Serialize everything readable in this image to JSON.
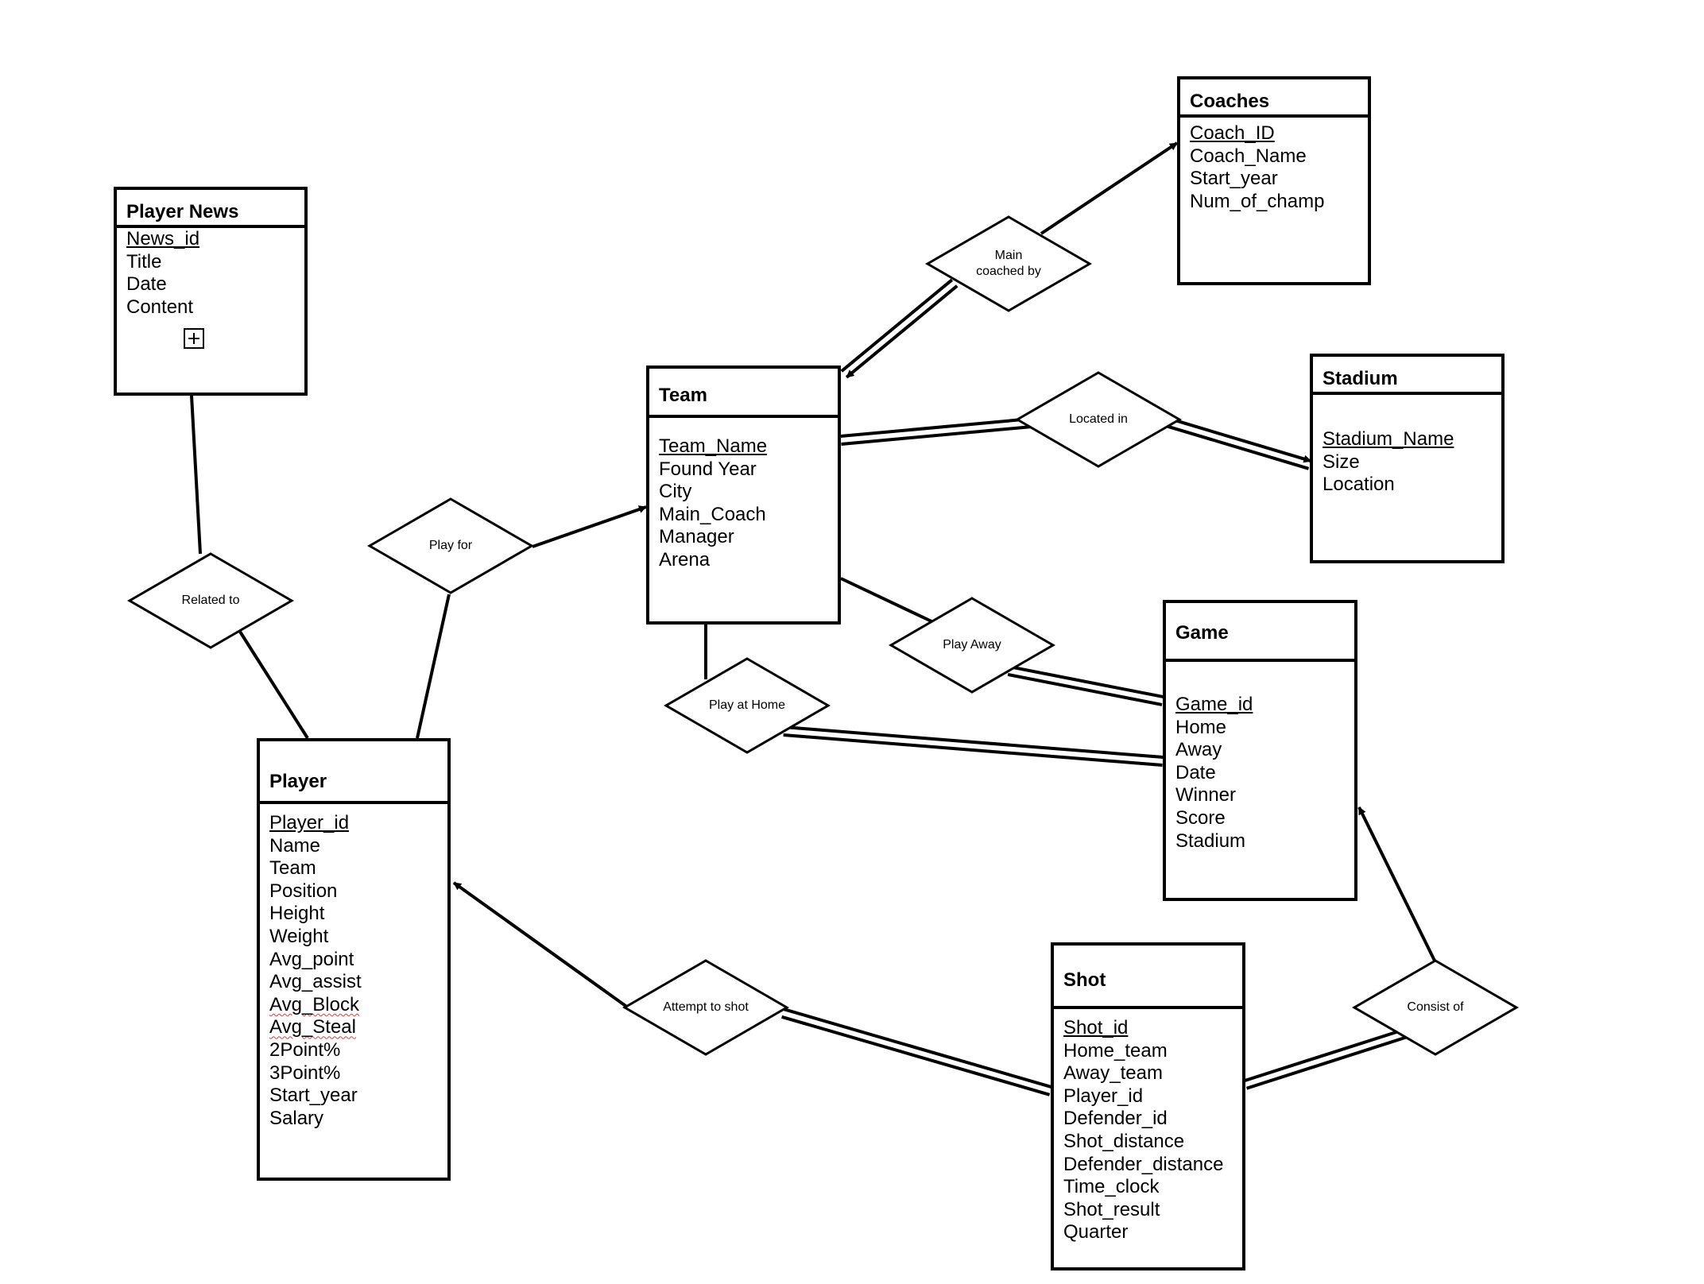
{
  "entities": {
    "player_news": {
      "name": "Player News",
      "attributes": [
        {
          "text": "News_id",
          "key": true
        },
        {
          "text": "Title"
        },
        {
          "text": "Date"
        },
        {
          "text": "Content"
        }
      ]
    },
    "team": {
      "name": "Team",
      "attributes": [
        {
          "text": "Team_Name",
          "key": true
        },
        {
          "text": "Found Year"
        },
        {
          "text": "City"
        },
        {
          "text": "Main_Coach"
        },
        {
          "text": "Manager"
        },
        {
          "text": "Arena"
        }
      ]
    },
    "coaches": {
      "name": "Coaches",
      "attributes": [
        {
          "text": "Coach_ID",
          "key": true
        },
        {
          "text": "Coach_Name"
        },
        {
          "text": "Start_year"
        },
        {
          "text": "Num_of_champ"
        }
      ]
    },
    "stadium": {
      "name": "Stadium",
      "attributes": [
        {
          "text": "Stadium_Name",
          "key": true
        },
        {
          "text": "Size"
        },
        {
          "text": "Location"
        }
      ]
    },
    "game": {
      "name": "Game",
      "attributes": [
        {
          "text": "Game_id",
          "key": true
        },
        {
          "text": "Home"
        },
        {
          "text": "Away"
        },
        {
          "text": "Date"
        },
        {
          "text": "Winner"
        },
        {
          "text": "Score"
        },
        {
          "text": "Stadium"
        }
      ]
    },
    "player": {
      "name": "Player",
      "attributes": [
        {
          "text": "Player_id",
          "key": true
        },
        {
          "text": "Name"
        },
        {
          "text": "Team"
        },
        {
          "text": "Position"
        },
        {
          "text": "Height"
        },
        {
          "text": "Weight"
        },
        {
          "text": "Avg_point"
        },
        {
          "text": "Avg_assist"
        },
        {
          "text": "Avg_Block",
          "spellcheck": true
        },
        {
          "text": "Avg_Steal",
          "spellcheck": true
        },
        {
          "text": "2Point%"
        },
        {
          "text": "3Point%"
        },
        {
          "text": "Start_year"
        },
        {
          "text": "Salary"
        }
      ]
    },
    "shot": {
      "name": "Shot",
      "attributes": [
        {
          "text": "Shot_id",
          "key": true
        },
        {
          "text": "Home_team"
        },
        {
          "text": "Away_team"
        },
        {
          "text": "Player_id"
        },
        {
          "text": "Defender_id"
        },
        {
          "text": "Shot_distance"
        },
        {
          "text": "Defender_distance"
        },
        {
          "text": "Time_clock"
        },
        {
          "text": "Shot_result"
        },
        {
          "text": "Quarter"
        }
      ]
    }
  },
  "relationships": {
    "main_coached_by": "Main\ncoached by",
    "located_in": "Located in",
    "play_for": "Play for",
    "related_to": "Related to",
    "play_away": "Play Away",
    "play_at_home": "Play at Home",
    "attempt_to_shot": "Attempt to shot",
    "consist_of": "Consist of"
  },
  "icons": {
    "content_expand": "plus-square-icon"
  },
  "colors": {
    "line": "#000000",
    "spellcheck_underline": "#d0453f",
    "background": "#ffffff"
  }
}
